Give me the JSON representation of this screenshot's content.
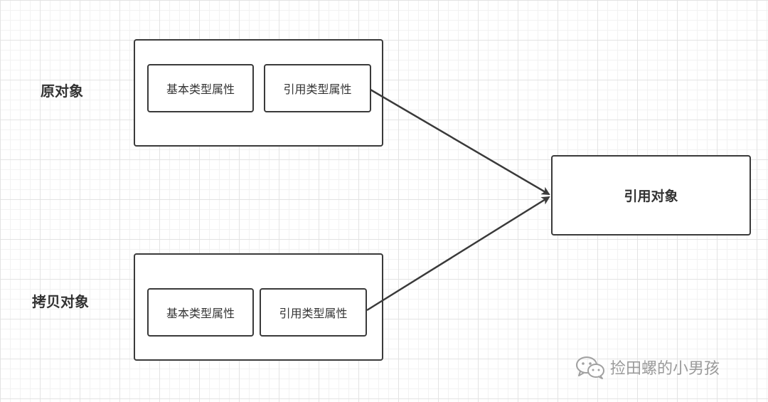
{
  "source": {
    "label": "原对象",
    "primitive_label": "基本类型属性",
    "reference_label": "引用类型属性"
  },
  "copy": {
    "label": "拷贝对象",
    "primitive_label": "基本类型属性",
    "reference_label": "引用类型属性"
  },
  "target": {
    "label": "引用对象"
  },
  "watermark": {
    "text": "捡田螺的小男孩",
    "icon": "wechat-icon"
  },
  "colors": {
    "stroke": "#3a3a3a",
    "text": "#333333",
    "watermark": "#9a9a9a"
  }
}
